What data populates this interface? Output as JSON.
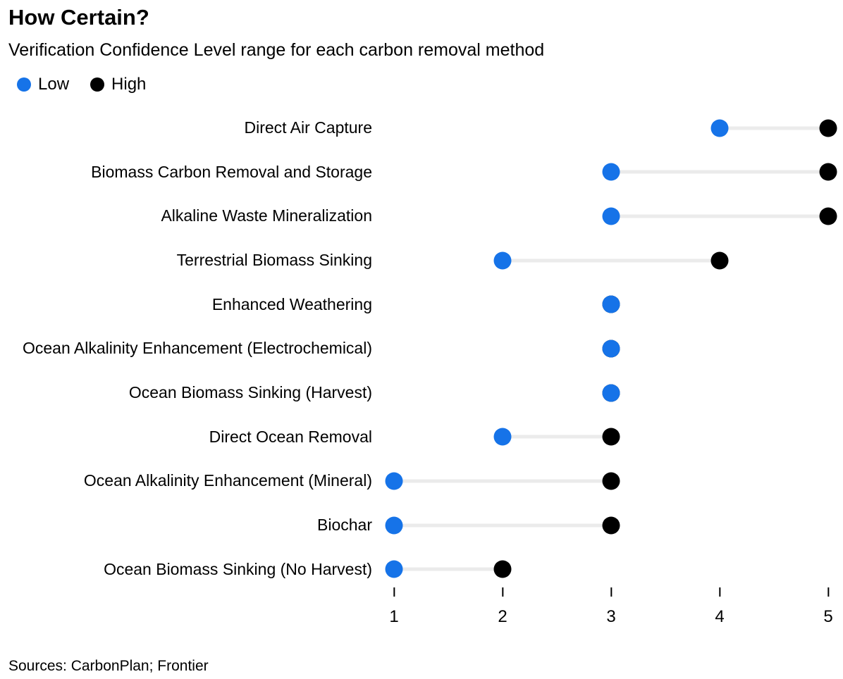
{
  "header": {
    "title": "How Certain?",
    "subtitle": "Verification Confidence Level range for each carbon removal method"
  },
  "legend": [
    {
      "label": "Low",
      "color": "#1673E8"
    },
    {
      "label": "High",
      "color": "#000000"
    }
  ],
  "chart_data": {
    "type": "dumbbell",
    "title": "How Certain?",
    "subtitle": "Verification Confidence Level range for each carbon removal method",
    "xlabel": "",
    "ylabel": "",
    "xlim": [
      1,
      5
    ],
    "x_ticks": [
      1,
      2,
      3,
      4,
      5
    ],
    "grid": false,
    "legend_position": "top-left",
    "series": [
      {
        "name": "Low",
        "color": "#1673E8"
      },
      {
        "name": "High",
        "color": "#000000"
      }
    ],
    "rows": [
      {
        "label": "Direct Air Capture",
        "low": 4,
        "high": 5
      },
      {
        "label": "Biomass Carbon Removal and Storage",
        "low": 3,
        "high": 5
      },
      {
        "label": "Alkaline Waste Mineralization",
        "low": 3,
        "high": 5
      },
      {
        "label": "Terrestrial Biomass Sinking",
        "low": 2,
        "high": 4
      },
      {
        "label": "Enhanced Weathering",
        "low": 3,
        "high": 3
      },
      {
        "label": "Ocean Alkalinity Enhancement (Electrochemical)",
        "low": 3,
        "high": 3
      },
      {
        "label": "Ocean Biomass Sinking (Harvest)",
        "low": 3,
        "high": 3
      },
      {
        "label": "Direct Ocean Removal",
        "low": 2,
        "high": 3
      },
      {
        "label": "Ocean Alkalinity Enhancement (Mineral)",
        "low": 1,
        "high": 3
      },
      {
        "label": "Biochar",
        "low": 1,
        "high": 3
      },
      {
        "label": "Ocean Biomass Sinking (No Harvest)",
        "low": 1,
        "high": 2
      }
    ]
  },
  "colors": {
    "low": "#1673E8",
    "high": "#000000",
    "connector": "#EBEBEB",
    "tick": "#000000"
  },
  "footer": {
    "sources": "Sources: CarbonPlan; Frontier"
  }
}
